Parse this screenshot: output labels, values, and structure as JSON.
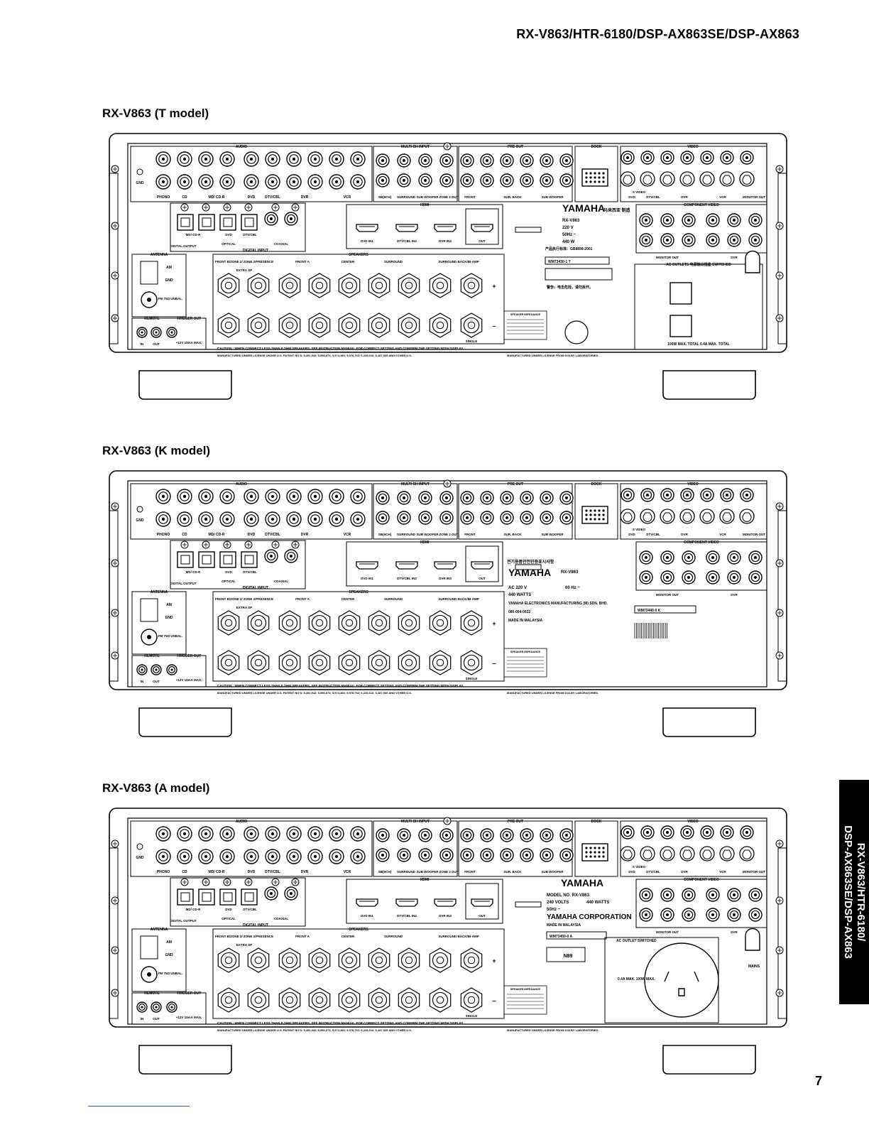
{
  "header": {
    "title": "RX-V863/HTR-6180/DSP-AX863SE/DSP-AX863"
  },
  "page_number": "7",
  "side_tab": {
    "line1": "RX-V863/HTR-6180/",
    "line2": "DSP-AX863SE/DSP-AX863"
  },
  "sections": [
    {
      "title": "RX-V863 (T model)"
    },
    {
      "title": "RX-V863 (K model)"
    },
    {
      "title": "RX-V863 (A model)"
    }
  ],
  "panel_labels": {
    "audio": "AUDIO",
    "multi_ch_input": "MULTI CH INPUT",
    "pre_out": "PRE OUT",
    "dock": "DOCK",
    "video": "VIDEO",
    "gnd": "GND",
    "phono": "PHONO",
    "cd": "CD",
    "md_cdr": "MD/ CD-R",
    "dvd": "DVD",
    "dtv_cbl": "DTV/CBL",
    "dvr": "DVR",
    "vcr": "VCR",
    "sb": "SB(6CH)",
    "surround": "SURROUND",
    "subwoofer": "SUB WOOFER",
    "zone2": "ZONE 2 OUT",
    "front": "FRONT",
    "sur_back": "SUR. BACK",
    "s_video": "S VIDEO",
    "monitor_out": "MONITOR OUT",
    "hdmi": "HDMI",
    "dvd_in1": "DVD IN1",
    "dtv_in2": "DTV/CBL IN2",
    "dvr_in3": "DVR IN3",
    "out": "OUT",
    "optical": "OPTICAL",
    "coaxial": "COAXIAL",
    "digital_output": "DIGITAL OUTPUT",
    "digital_input": "DIGITAL INPUT",
    "antenna": "ANTENNA",
    "am": "AM",
    "fm": "FM 75Ω UNBAL.",
    "remote": "REMOTE",
    "trigger_out": "TRIGGER OUT",
    "in": "IN",
    "plus12v": "+12V 15mA MAX.",
    "speakers": "SPEAKERS",
    "front_b": "FRONT B/ZONE 2/ ZONE 2/PRESENCE",
    "extra_sp": "EXTRA SP",
    "front_a": "FRONT A",
    "center": "CENTER",
    "surround_back": "SURROUND BACK/BI-AMP",
    "single": "SINGLE",
    "component_video": "COMPONENT VIDEO",
    "caution": "CAUTION : WHEN CONNECT LESS THAN 8 OHM SPEAKERS, SEE INSTRUCTION MANUAL FOR CORRECT SETTING AND CONFIRM THE SETTING WITH DISPLAY.",
    "license_left": "MANUFACTURED UNDER LICENSE UNDER U.S. PATENT NO'S: 5,451,942; 5,956,674; 5,974,380; 5,978,762; 6,226,616; 6,487,535 AND OTHER U.S.",
    "license_right": "MANUFACTURED UNDER LICENSE FROM DOLBY LABORATORIES.",
    "speaker_impedance": "SPEAKER IMPEDANCE"
  },
  "models": {
    "t": {
      "brand": "YAMAHA",
      "model": "RX-V863",
      "country": "马来西亚 制造",
      "voltage": "220 V",
      "freq": "50Hz ~",
      "power": "440 W",
      "standard": "产品执行标准：GB8898-2001",
      "wm": "WM73430-1 T",
      "ac_outlets": "AC OUTLETS 电源输出插座 SWITCHED",
      "warning": "警告：电击危险，请勿拆开。",
      "outlet_rating": "100W MAX. TOTAL 0.4A MAX. TOTAL"
    },
    "k": {
      "brand": "YAMAHA",
      "model": "RX-V863",
      "kc": "전기용품안전인증표시사항",
      "voltage": "AC 220 V",
      "freq": "60 Hz ~",
      "power": "440 WATTS",
      "maker": "YAMAHA ELECTRONICS MANUFACTURING (M) SDN. BHD.",
      "as": "080-004-0022",
      "made": "MADE IN MALAYSIA",
      "wm": "WM73440-0 K"
    },
    "a": {
      "brand": "YAMAHA",
      "model": "MODEL NO. RX-V863",
      "voltage": "240 VOLTS",
      "power": "440 WATTS",
      "freq": "50Hz ~",
      "corp": "YAMAHA CORPORATION",
      "made": "MADE IN MALAYSIA",
      "wm": "WM73450-0 A",
      "n_code": "N89",
      "ac_outlet": "AC OUTLET SWITCHED",
      "outlet_rating": "0.4A MAX. 100W MAX.",
      "mains": "MAINS"
    }
  }
}
